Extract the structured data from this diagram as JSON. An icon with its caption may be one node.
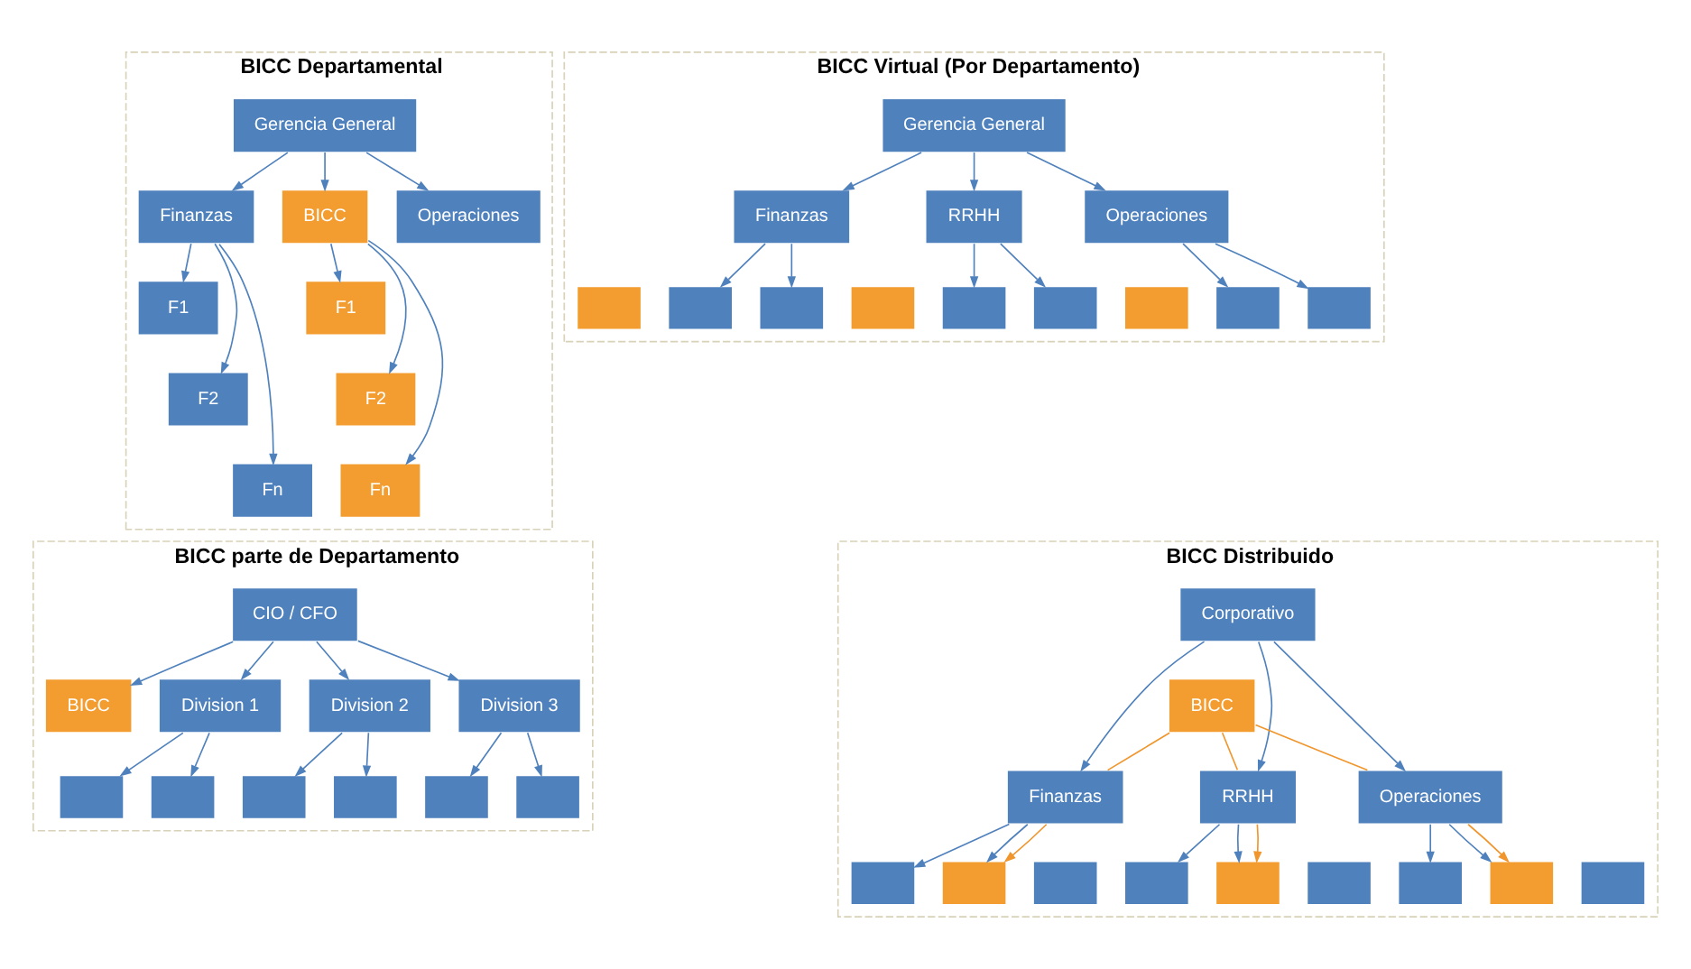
{
  "diagram": {
    "nodes": [
      {
        "text": [
          "BICC Departamental"
        ]
      },
      {
        "text": [
          "Gerencia General"
        ],
        "in": 0
      },
      {
        "text": [
          "Finanzas"
        ],
        "in": 0
      },
      {
        "text": [
          "BICC"
        ],
        "in": 0
      },
      {
        "text": [
          "Operaciones"
        ],
        "in": 0
      },
      {
        "text": [
          "F1"
        ],
        "in": 0
      },
      {
        "text": [
          "F2"
        ],
        "in": 0
      },
      {
        "text": [
          "Fn"
        ],
        "in": 0
      },
      {
        "text": [
          "F1"
        ],
        "in": 0
      },
      {
        "text": [
          "F2"
        ],
        "in": 0
      },
      {
        "text": [
          "Fn"
        ],
        "in": 0
      },
      {
        "text": [
          "BICC Virtual (Por Departamento)"
        ]
      },
      {
        "text": [
          "Gerencia General"
        ],
        "in": 11
      },
      {
        "text": [
          "Finanzas"
        ],
        "in": 11
      },
      {
        "text": [
          "RRHH"
        ],
        "in": 11
      },
      {
        "text": [
          "Operaciones"
        ],
        "in": 11
      },
      {
        "text": [],
        "shape": "box",
        "in": 11
      },
      {
        "text": [],
        "shape": "box",
        "in": 11
      },
      {
        "text": [],
        "shape": "box",
        "in": 11
      },
      {
        "text": [],
        "shape": "box",
        "in": 11
      },
      {
        "text": [],
        "shape": "box",
        "in": 11
      },
      {
        "text": [],
        "shape": "box",
        "in": 11
      },
      {
        "text": [],
        "shape": "box",
        "in": 11
      },
      {
        "text": [],
        "shape": "box",
        "in": 11
      },
      {
        "text": [],
        "shape": "box",
        "in": 11
      },
      {
        "text": [
          "BICC parte de Departamento"
        ]
      },
      {
        "text": [
          "CIO / CFO"
        ],
        "in": 25
      },
      {
        "text": [
          "BICC"
        ],
        "in": 25
      },
      {
        "text": [
          "Division 1"
        ],
        "in": 25
      },
      {
        "text": [
          "Division 2"
        ],
        "in": 25
      },
      {
        "text": [
          "Division 3"
        ],
        "in": 25
      },
      {
        "text": [],
        "shape": "box",
        "in": 25
      },
      {
        "text": [],
        "shape": "box",
        "in": 25
      },
      {
        "text": [],
        "shape": "box",
        "in": 25
      },
      {
        "text": [],
        "shape": "box",
        "in": 25
      },
      {
        "text": [],
        "shape": "box",
        "in": 25
      },
      {
        "text": [],
        "shape": "box",
        "in": 25
      },
      {
        "text": [
          "BICC Distribuido"
        ]
      },
      {
        "text": [
          "Corporativo"
        ],
        "in": 37
      },
      {
        "text": [
          "BICC"
        ],
        "in": 37
      },
      {
        "text": [
          "Finanzas"
        ],
        "in": 37
      },
      {
        "text": [
          "RRHH"
        ],
        "in": 37
      },
      {
        "text": [
          "Operaciones"
        ],
        "in": 37
      },
      {
        "text": [],
        "shape": "box",
        "in": 37
      },
      {
        "text": [],
        "shape": "box",
        "in": 37
      },
      {
        "text": [],
        "shape": "box",
        "in": 37
      },
      {
        "text": [],
        "shape": "box",
        "in": 37
      },
      {
        "text": [],
        "shape": "box",
        "in": 37
      },
      {
        "text": [],
        "shape": "box",
        "in": 37
      },
      {
        "text": [],
        "shape": "box",
        "in": 37
      },
      {
        "text": [],
        "shape": "box",
        "in": 37
      },
      {
        "text": [],
        "shape": "box",
        "in": 37
      }
    ],
    "edges": [
      {
        "from": 1,
        "to": 2,
        "arrow": "to"
      },
      {
        "from": 1,
        "to": 3,
        "arrow": "to"
      },
      {
        "from": 1,
        "to": 4,
        "arrow": "to"
      },
      {
        "from": 2,
        "to": 5,
        "arrow": "to"
      },
      {
        "from": 2,
        "to": 6,
        "arrow": "to"
      },
      {
        "from": 2,
        "to": 7,
        "arrow": "to"
      },
      {
        "from": 3,
        "to": 8,
        "arrow": "to"
      },
      {
        "from": 3,
        "to": 9,
        "arrow": "to"
      },
      {
        "from": 3,
        "to": 10,
        "arrow": "to"
      },
      {
        "from": 12,
        "to": 13,
        "arrow": "to"
      },
      {
        "from": 12,
        "to": 14,
        "arrow": "to"
      },
      {
        "from": 12,
        "to": 15,
        "arrow": "to"
      },
      {
        "from": 13,
        "to": 17,
        "arrow": "to"
      },
      {
        "from": 13,
        "to": 18,
        "arrow": "to"
      },
      {
        "from": 14,
        "to": 20,
        "arrow": "to"
      },
      {
        "from": 14,
        "to": 21,
        "arrow": "to"
      },
      {
        "from": 15,
        "to": 23,
        "arrow": "to"
      },
      {
        "from": 15,
        "to": 24,
        "arrow": "to"
      },
      {
        "from": 26,
        "to": 27,
        "arrow": "to"
      },
      {
        "from": 26,
        "to": 28,
        "arrow": "to"
      },
      {
        "from": 26,
        "to": 29,
        "arrow": "to"
      },
      {
        "from": 26,
        "to": 30,
        "arrow": "to"
      },
      {
        "from": 28,
        "to": 31,
        "arrow": "to"
      },
      {
        "from": 28,
        "to": 32,
        "arrow": "to"
      },
      {
        "from": 29,
        "to": 33,
        "arrow": "to"
      },
      {
        "from": 29,
        "to": 34,
        "arrow": "to"
      },
      {
        "from": 30,
        "to": 35,
        "arrow": "to"
      },
      {
        "from": 30,
        "to": 36,
        "arrow": "to"
      },
      {
        "from": 38,
        "to": 40,
        "arrow": "to"
      },
      {
        "from": 38,
        "to": 41,
        "arrow": "to"
      },
      {
        "from": 38,
        "to": 42,
        "arrow": "to"
      },
      {
        "from": 39,
        "to": 40,
        "arrow": "none",
        "color": "#f0962d"
      },
      {
        "from": 39,
        "to": 41,
        "arrow": "none",
        "color": "#f0962d"
      },
      {
        "from": 39,
        "to": 42,
        "arrow": "none",
        "color": "#f0962d"
      },
      {
        "from": 40,
        "to": 43,
        "arrow": "to"
      },
      {
        "from": 40,
        "to": 44,
        "arrow": "to"
      },
      {
        "from": 40,
        "to": 44,
        "arrow": "to",
        "color": "#f0962d"
      },
      {
        "from": 41,
        "to": 46,
        "arrow": "to"
      },
      {
        "from": 41,
        "to": 47,
        "arrow": "to"
      },
      {
        "from": 41,
        "to": 47,
        "arrow": "to",
        "color": "#f0962d"
      },
      {
        "from": 42,
        "to": 49,
        "arrow": "to"
      },
      {
        "from": 42,
        "to": 50,
        "arrow": "to"
      },
      {
        "from": 42,
        "to": 50,
        "arrow": "to",
        "color": "#f0962d"
      }
    ]
  }
}
